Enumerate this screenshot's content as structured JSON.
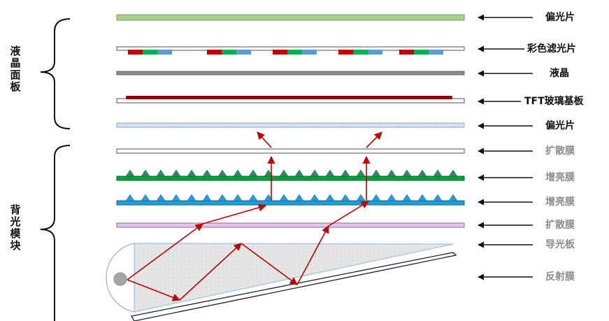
{
  "groups": {
    "panel": "液晶面板",
    "backlight": "背光模块"
  },
  "layers": [
    {
      "label": "偏光片",
      "color": "#111111"
    },
    {
      "label": "彩色滤光片",
      "color": "#111111"
    },
    {
      "label": "液晶",
      "color": "#111111"
    },
    {
      "label": "TFT玻璃基板",
      "color": "#111111"
    },
    {
      "label": "偏光片",
      "color": "#111111"
    },
    {
      "label": "扩散膜",
      "color": "#8c8c8c"
    },
    {
      "label": "增亮膜",
      "color": "#8c8c8c"
    },
    {
      "label": "增亮膜",
      "color": "#8c8c8c"
    },
    {
      "label": "扩散膜",
      "color": "#8c8c8c"
    },
    {
      "label": "导光板",
      "color": "#8c8c8c"
    },
    {
      "label": "反射膜",
      "color": "#8c8c8c"
    }
  ],
  "colors": {
    "polarizer_top": "#a9d08e",
    "filter_red": "#c00000",
    "filter_green": "#00b050",
    "filter_blue": "#5b9bd5",
    "liquid_crystal": "#8c8c8c",
    "tft": "#8b0000",
    "prism_film_1": "#00a040",
    "prism_film_2": "#1f9fd8",
    "diffuser_bottom": "#e6c6ee",
    "light_ray": "#c00000",
    "light_guide": "#e4e4e4"
  }
}
